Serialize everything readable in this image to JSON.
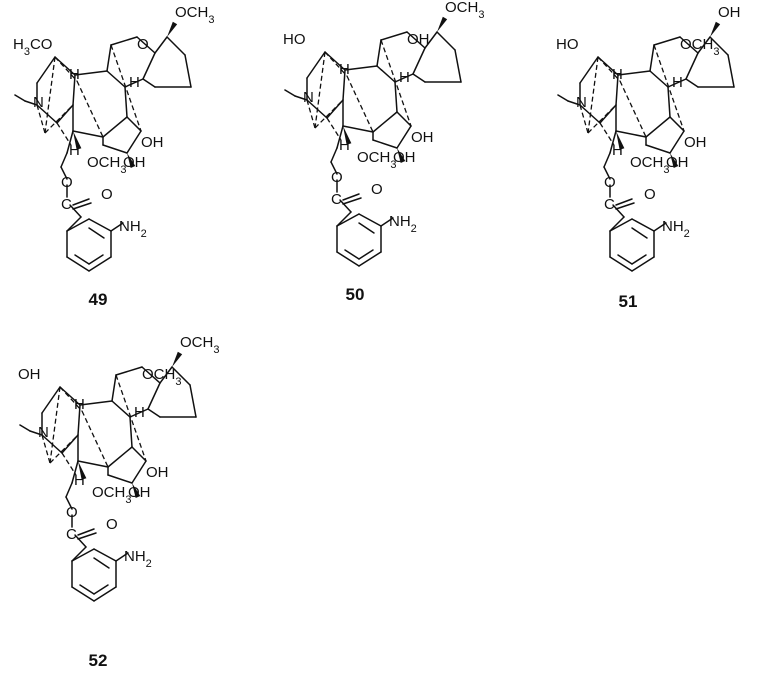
{
  "compounds": [
    {
      "id": "49",
      "labels": {
        "top": "OCH3",
        "left": "H3CO",
        "ketone": "O",
        "ringH": "H",
        "hydroxyl_a": "OH",
        "hydroxyl_b": "OH",
        "methoxy_low": "OCH3",
        "nitrogen": "N",
        "bridgeH": "H",
        "bridgeH2": "H",
        "ester_o": "O",
        "carbonyl_o": "O",
        "carbonyl_c": "C",
        "amine": "NH2"
      }
    },
    {
      "id": "50",
      "labels": {
        "top": "OCH3",
        "left": "HO",
        "ketone": "OH",
        "ringH": "H",
        "hydroxyl_a": "OH",
        "hydroxyl_b": "OH",
        "methoxy_low": "OCH3",
        "nitrogen": "N",
        "bridgeH": "H",
        "bridgeH2": "H",
        "ester_o": "O",
        "carbonyl_o": "O",
        "carbonyl_c": "C",
        "amine": "NH2"
      }
    },
    {
      "id": "51",
      "labels": {
        "top": "OH",
        "left": "HO",
        "ketone": "OCH3",
        "ringH": "H",
        "hydroxyl_a": "OH",
        "hydroxyl_b": "OH",
        "methoxy_low": "OCH3",
        "nitrogen": "N",
        "bridgeH": "H",
        "bridgeH2": "H",
        "ester_o": "O",
        "carbonyl_o": "O",
        "carbonyl_c": "C",
        "amine": "NH2"
      }
    },
    {
      "id": "52",
      "labels": {
        "top": "OCH3",
        "left": "OH",
        "ketone": "OCH3",
        "ringH": "H",
        "hydroxyl_a": "OH",
        "hydroxyl_b": "OH",
        "methoxy_low": "OCH3",
        "nitrogen": "N",
        "bridgeH": "H",
        "bridgeH2": "H",
        "ester_o": "O",
        "carbonyl_o": "O",
        "carbonyl_c": "C",
        "amine": "NH2"
      }
    }
  ]
}
